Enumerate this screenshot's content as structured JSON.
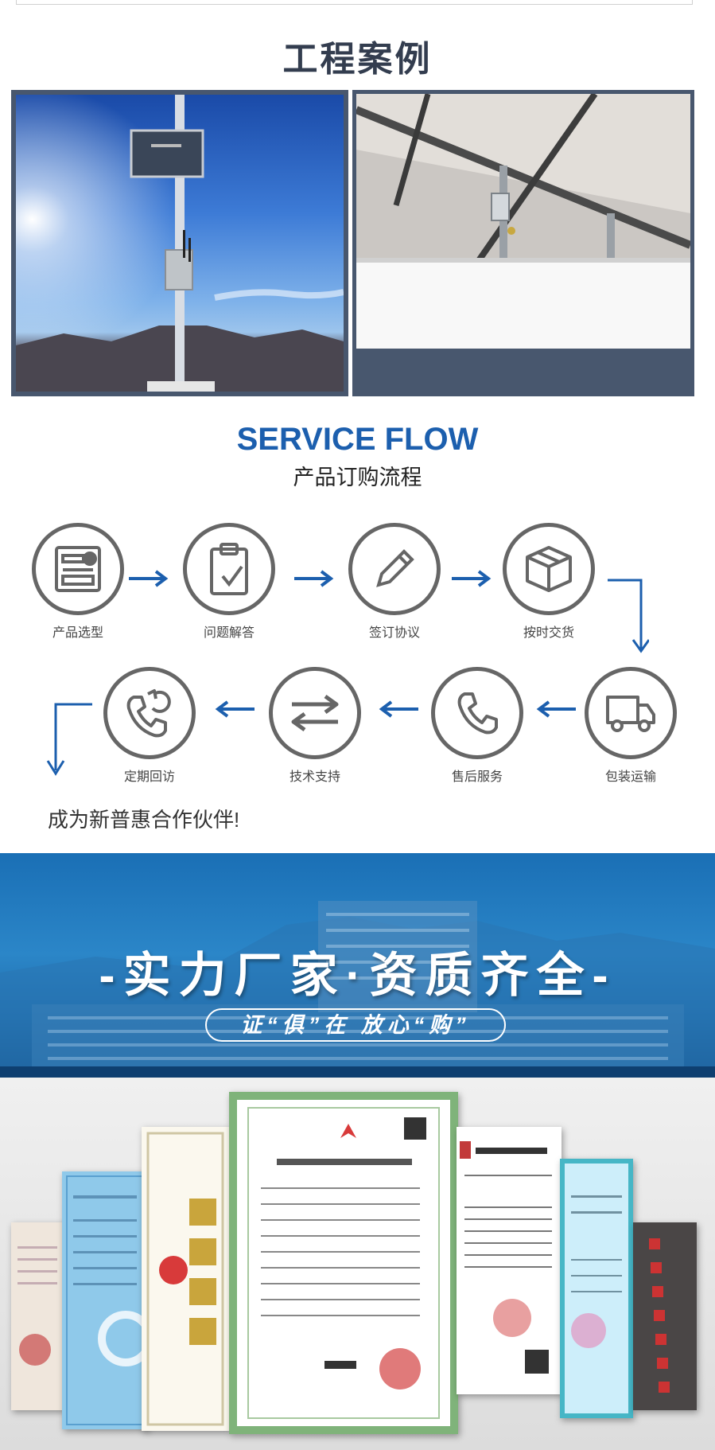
{
  "section": {
    "title": "工程案例"
  },
  "service": {
    "title": "SERVICE FLOW",
    "subtitle": "产品订购流程",
    "steps": [
      {
        "label": "产品选型",
        "icon": "form-icon"
      },
      {
        "label": "问题解答",
        "icon": "clipboard-check-icon"
      },
      {
        "label": "签订协议",
        "icon": "pencil-icon"
      },
      {
        "label": "按时交货",
        "icon": "box-icon"
      },
      {
        "label": "包装运输",
        "icon": "truck-icon"
      },
      {
        "label": "售后服务",
        "icon": "phone-icon"
      },
      {
        "label": "技术支持",
        "icon": "exchange-arrows-icon"
      },
      {
        "label": "定期回访",
        "icon": "phone-callback-icon"
      }
    ],
    "partner_text": "成为新普惠合作伙伴!"
  },
  "banner": {
    "title": "-实力厂家·资质齐全-",
    "subtitle": "证“俱”在 放心“购”"
  },
  "colors": {
    "accent": "#1c5fae",
    "dark": "#333d4f",
    "icon_gray": "#666666",
    "frame": "#48576e"
  }
}
